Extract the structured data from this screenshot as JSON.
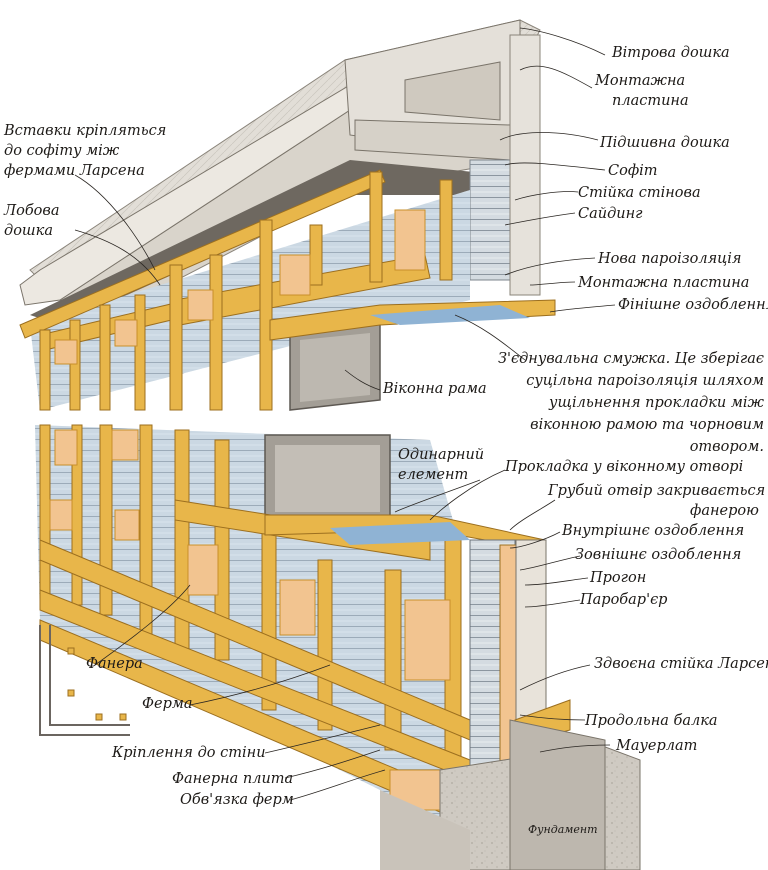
{
  "labels": {
    "vitrova_doshka": "Вітрова дошка",
    "montazhna_plastyna_1": "Монтажна",
    "montazhna_plastyna_2": "пластина",
    "pidshyvna_doshka": "Підшивна дошка",
    "sofit": "Софіт",
    "stiika_stinova": "Стійка стінова",
    "saiding": "Сайдинг",
    "vstavky_1": "Вставки кріпляться",
    "vstavky_2": "до софіту між",
    "vstavky_3": "фермами Ларсена",
    "loboava_1": "Лобова",
    "loboava_2": "дошка",
    "nova_paroizoliatsiia": "Нова пароізоляція",
    "montazhna_plastyna_b": "Монтажна пластина",
    "finishne": "Фінішне оздоблення",
    "ziednuvalna_1": "З'єднувальна смужка. Це зберігає",
    "ziednuvalna_2": "суцільна пароізоляція шляхом",
    "ziednuvalna_3": "ущільнення прокладки між",
    "ziednuvalna_4": "віконною рамою та чорновим",
    "ziednuvalna_5": "отвором.",
    "vikonna_rama": "Віконна рама",
    "odynarnyi_1": "Одинарний",
    "odynarnyi_2": "елемент",
    "prokladka": "Прокладка у віконному отворі",
    "grubyi_1": "Грубий отвір закривається",
    "grubyi_2": "фанерою",
    "vnutrishnie": "Внутрішнє оздоблення",
    "zovnishnie": "Зовнішнє оздоблення",
    "progon": "Прогон",
    "parobarier": "Паробар'єр",
    "fanera": "Фанера",
    "zdvoiena": "Здвоєна стійка Ларсена",
    "ferma": "Ферма",
    "prodolna": "Продольна балка",
    "mauerlat": "Мауерлат",
    "kriplennia": "Кріплення до стіни",
    "fanerna_plyta": "Фанерна плита",
    "obviazka": "Обв'язка ферм",
    "fundament": "Фундамент"
  },
  "colors": {
    "timber": "#e8b64a",
    "timber_dark": "#c98f2a",
    "plywood": "#f2c490",
    "barrier_blue": "#b9d3e8",
    "siding_gray": "#cfd6dc",
    "concrete": "#cfcac2",
    "roof_gray": "#dedad3",
    "soffit_dark": "#6e6860",
    "text": "#1d1a17"
  }
}
